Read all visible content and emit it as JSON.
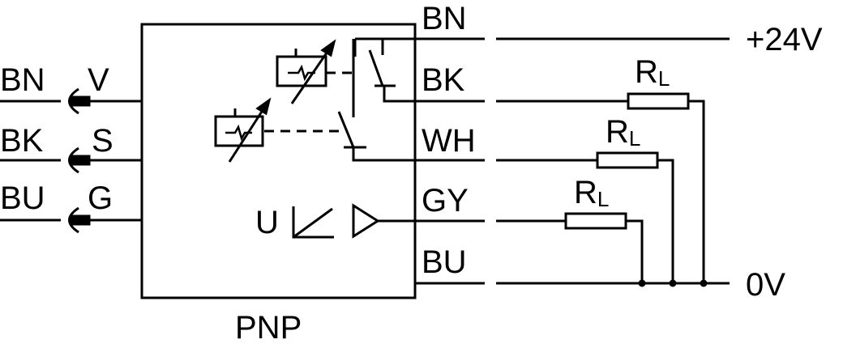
{
  "left_connector": {
    "wires": [
      "BN",
      "BK",
      "BU"
    ],
    "pins": [
      "V",
      "S",
      "G"
    ]
  },
  "right_terminals": [
    "BN",
    "BK",
    "WH",
    "GY",
    "BU"
  ],
  "supply": {
    "positive": "+24V",
    "ground": "0V"
  },
  "loads": [
    {
      "symbol": "R",
      "subscript": "L"
    },
    {
      "symbol": "R",
      "subscript": "L"
    },
    {
      "symbol": "R",
      "subscript": "L"
    }
  ],
  "analog": {
    "label": "U"
  },
  "device_type": "PNP"
}
